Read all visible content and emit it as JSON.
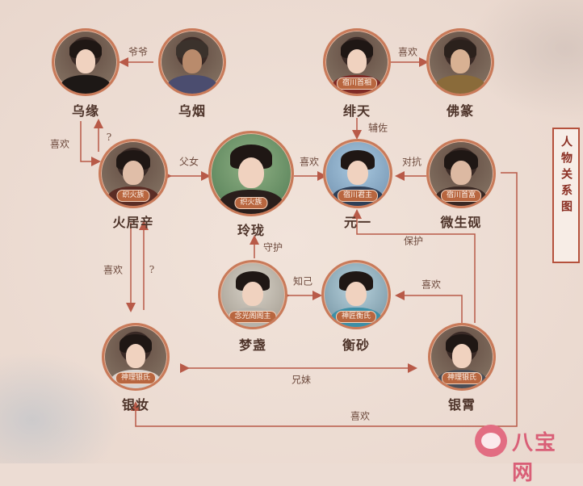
{
  "panel_title": "人物关系图",
  "characters": {
    "wuyuan": {
      "name": "乌缘",
      "badge": ""
    },
    "wuyan": {
      "name": "乌烟",
      "badge": ""
    },
    "feitian": {
      "name": "绯天",
      "badge": "宿川首相"
    },
    "fojia": {
      "name": "佛篆",
      "badge": ""
    },
    "huojuxin": {
      "name": "火居辛",
      "badge": "织火族"
    },
    "linglong": {
      "name": "玲珑",
      "badge": "织火族"
    },
    "yuanyi": {
      "name": "元一",
      "badge": "宿川君主"
    },
    "weishengxian": {
      "name": "微生砚",
      "badge": "宿川首富"
    },
    "mengzhan": {
      "name": "梦盏",
      "badge": "念光阁阁主"
    },
    "hengsha": {
      "name": "衡砂",
      "badge": "神匠衡氏"
    },
    "yinzhuang": {
      "name": "银妆",
      "badge": "神理银氏"
    },
    "yinxiao": {
      "name": "银霄",
      "badge": "神理银氏"
    }
  },
  "relations": {
    "grandpa": "爷爷",
    "like_feitian_fojia": "喜欢",
    "assist": "辅佐",
    "like_wuyuan_huo": "喜欢",
    "q1": "?",
    "father_daughter": "父女",
    "like_ling_yuan": "喜欢",
    "oppose": "对抗",
    "protect": "保护",
    "guard": "守护",
    "confidant": "知己",
    "like_xiao_sha": "喜欢",
    "like_huo_zhuang": "喜欢",
    "q2": "?",
    "siblings": "兄妹",
    "like_wei_zhuang": "喜欢"
  },
  "logo_text": "八宝网"
}
